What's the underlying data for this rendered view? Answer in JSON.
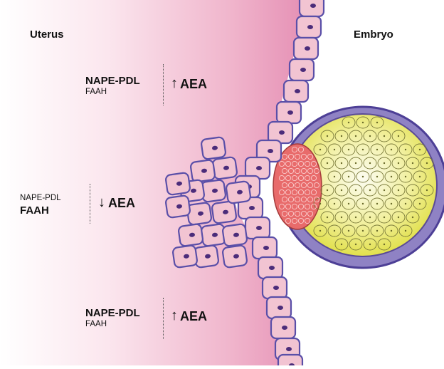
{
  "labels": {
    "uterus": "Uterus",
    "embryo": "Embryo"
  },
  "blocks": [
    {
      "nape": "NAPE-PDL",
      "faah": "FAAH",
      "arrow": "↑",
      "aea": "AEA",
      "dominant": "nape"
    },
    {
      "nape": "NAPE-PDL",
      "faah": "FAAH",
      "arrow": "↓",
      "aea": "AEA",
      "dominant": "faah"
    },
    {
      "nape": "NAPE-PDL",
      "faah": "FAAH",
      "arrow": "↑",
      "aea": "AEA",
      "dominant": "nape"
    }
  ],
  "colors": {
    "uterus_gradient_start": "#ffffff",
    "uterus_gradient_end": "#e58fb4",
    "cell_fill": "#f2c4d2",
    "cell_outline": "#5a4fa8",
    "nucleus": "#4b2c7a",
    "embryo_outer": "#7e6fb8",
    "embryo_yellow": "#e6e04c",
    "embryo_core": "#fbfbea",
    "trophoblast_red": "#e56a6a"
  }
}
